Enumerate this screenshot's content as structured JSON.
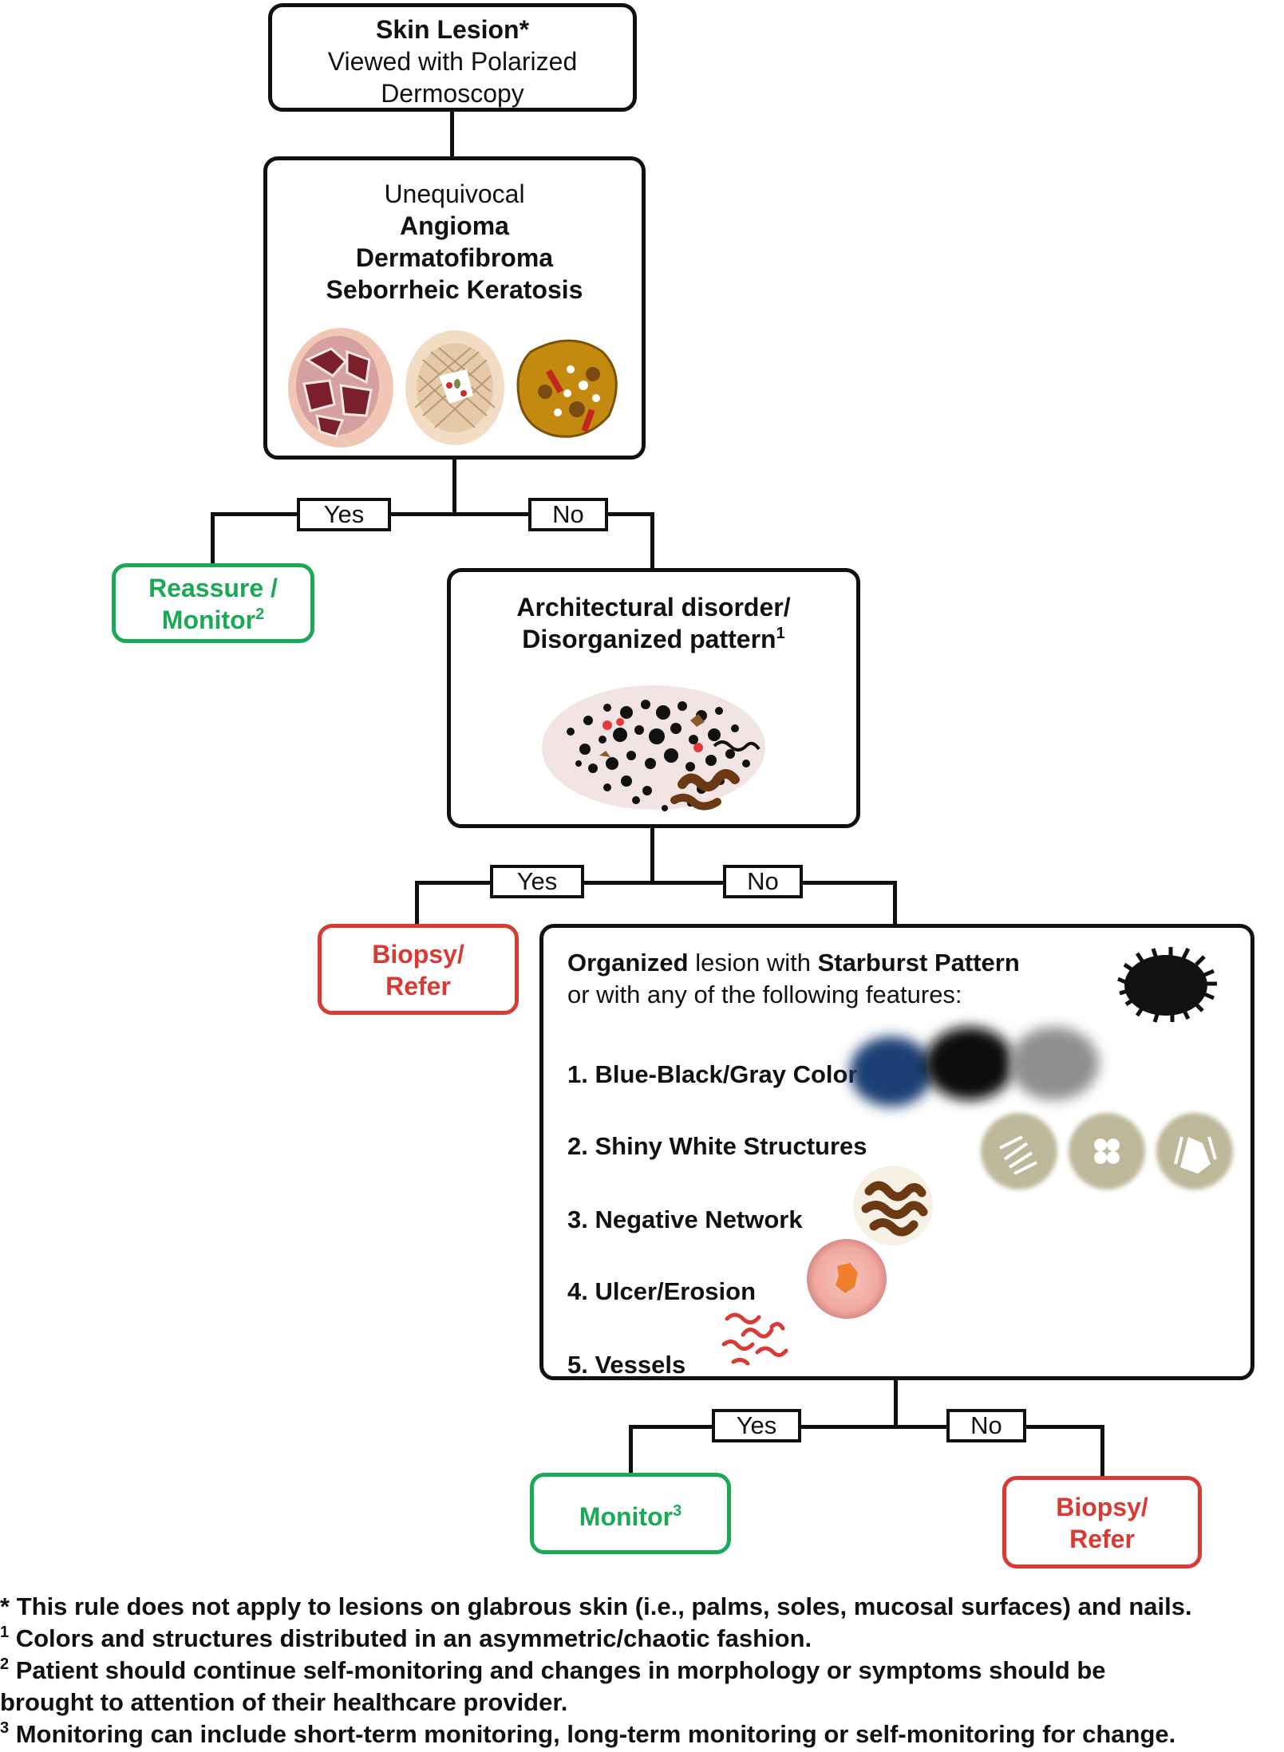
{
  "start": {
    "title": "Skin Lesion",
    "title_mark": "*",
    "line2": "Viewed with Polarized",
    "line3": "Dermoscopy"
  },
  "unequivocal": {
    "line1": "Unequivocal",
    "items": [
      "Angioma",
      "Dermatofibroma",
      "Seborrheic Keratosis"
    ]
  },
  "branch_labels": {
    "yes": "Yes",
    "no": "No"
  },
  "reassure": {
    "line1": "Reassure /",
    "line2": "Monitor",
    "sup": "2"
  },
  "disorder": {
    "line1": "Architectural disorder/",
    "line2": "Disorganized pattern",
    "sup": "1"
  },
  "biopsy1": {
    "line1": "Biopsy/",
    "line2": "Refer"
  },
  "organized": {
    "lead_bold": "Organized",
    "lead_mid": " lesion with ",
    "lead_bold2": "Starburst Pattern",
    "line2": "or with any of the following features:",
    "features": [
      "1. Blue-Black/Gray Color",
      "2. Shiny White Structures",
      "3. Negative Network",
      "4. Ulcer/Erosion",
      "5. Vessels"
    ]
  },
  "monitor": {
    "label": "Monitor",
    "sup": "3"
  },
  "biopsy2": {
    "line1": "Biopsy/",
    "line2": "Refer"
  },
  "footnotes": [
    {
      "mark": "*",
      "text": " This rule does not apply to lesions on glabrous skin (i.e., palms, soles, mucosal surfaces) and nails."
    },
    {
      "mark": "1",
      "text": " Colors and structures distributed in an asymmetric/chaotic fashion."
    },
    {
      "mark": "2",
      "text": " Patient should continue self-monitoring and changes in morphology or symptoms should be"
    },
    {
      "mark": "",
      "text": "brought to attention of their healthcare provider."
    },
    {
      "mark": "3",
      "text": " Monitoring can include short-term monitoring, long-term monitoring or self-monitoring for change."
    }
  ],
  "colors": {
    "green": "#1aaa55",
    "red": "#d93a33",
    "line": "#111111"
  }
}
